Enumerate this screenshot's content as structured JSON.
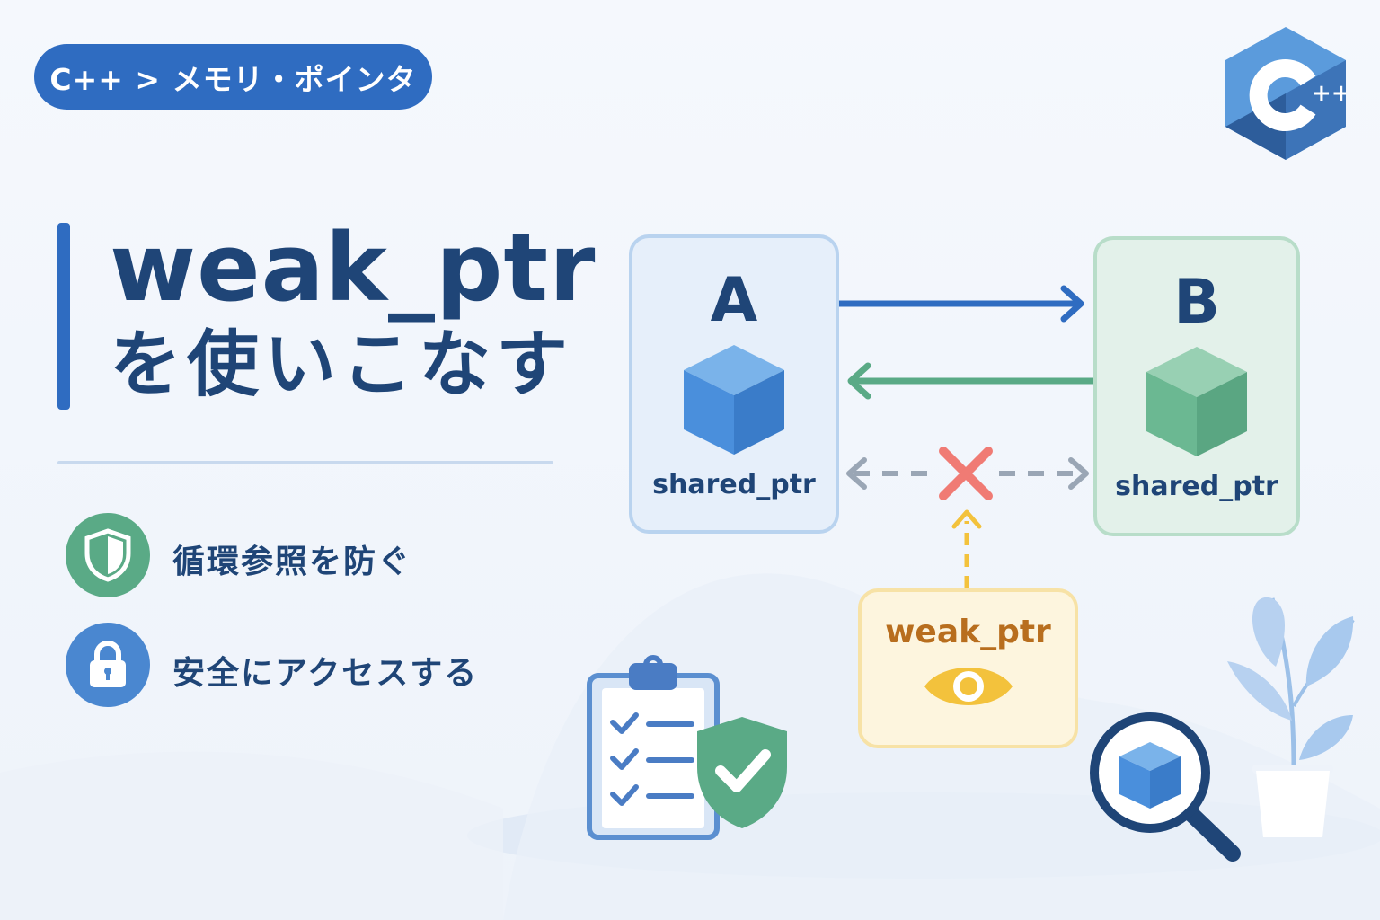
{
  "breadcrumb": "C++ > メモリ・ポインタ",
  "logo": {
    "icon": "cpp-logo-icon",
    "text": "C",
    "superscript": "++",
    "colors": {
      "light": "#5b9bdc",
      "dark": "#2d5d9b"
    }
  },
  "title": {
    "line1": "weak_ptr",
    "line2": "を使いこなす"
  },
  "features": [
    {
      "icon": "shield-icon",
      "label": "循環参照を防ぐ",
      "color": "#5aaa86"
    },
    {
      "icon": "lock-icon",
      "label": "安全にアクセスする",
      "color": "#4a87d0"
    }
  ],
  "diagram": {
    "node_a": {
      "letter": "A",
      "label": "shared_ptr",
      "icon": "cube-icon",
      "color": "#4a8fdc"
    },
    "node_b": {
      "letter": "B",
      "label": "shared_ptr",
      "icon": "cube-icon",
      "color": "#6bb892"
    },
    "weak": {
      "label": "weak_ptr",
      "icon": "eye-icon",
      "color": "#f3c23c"
    },
    "broken_link_icon": "cross-icon"
  },
  "decor": [
    "clipboard-checklist-icon",
    "shield-check-icon",
    "magnifier-icon",
    "plant-icon"
  ]
}
